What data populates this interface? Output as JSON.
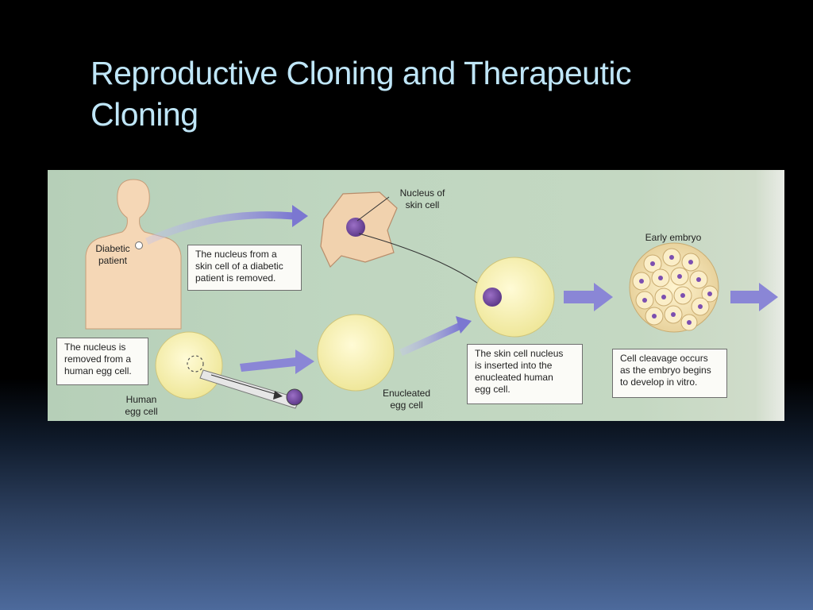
{
  "title": {
    "line1": "Reproductive Cloning and Therapeutic",
    "line2": "Cloning"
  },
  "figure": {
    "labels": {
      "diabetic_patient": "Diabetic\npatient",
      "nucleus_of_skin_cell": "Nucleus of\nskin cell",
      "early_embryo": "Early embryo",
      "human_egg_cell": "Human\negg cell",
      "enucleated_egg_cell": "Enucleated\negg cell"
    },
    "captions": {
      "skin_nucleus_removed": "The nucleus from a\nskin cell of a diabetic\npatient is removed.",
      "egg_nucleus_removed": "The nucleus is\nremoved from a\nhuman egg cell.",
      "nucleus_inserted": "The skin cell nucleus\nis inserted into the\nenucleated human\negg cell.",
      "cell_cleavage": "Cell cleavage occurs\nas the embryo begins\nto develop in vitro."
    },
    "colors": {
      "background": "#bfd6c0",
      "arrow": "#8a86d6",
      "egg": "#f7f3b8",
      "nucleus": "#7b4fa0",
      "skin": "#f3d6b6"
    }
  }
}
